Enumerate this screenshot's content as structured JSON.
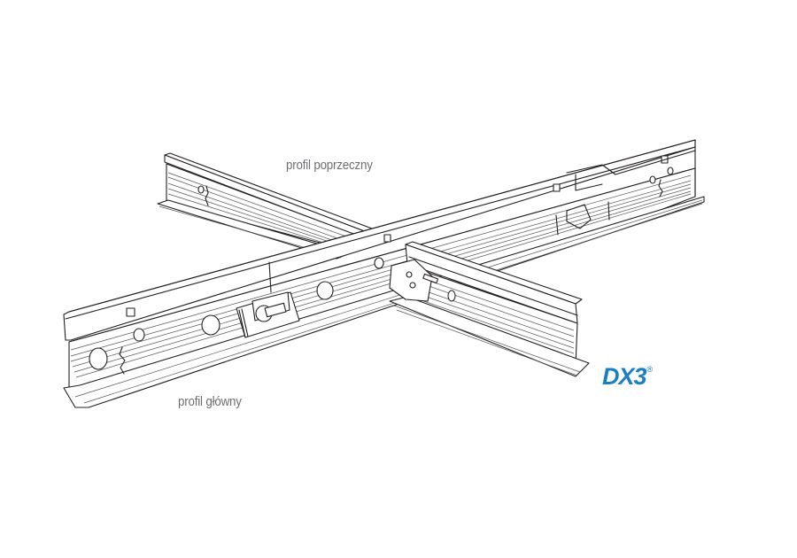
{
  "diagram": {
    "type": "technical-illustration",
    "subject": "suspended ceiling T-grid profiles intersection",
    "labels": {
      "cross_profile": "profil poprzeczny",
      "main_profile": "profil główny"
    },
    "components": [
      {
        "name": "main-profile",
        "label": "profil główny"
      },
      {
        "name": "cross-profile",
        "label": "profil poprzeczny"
      },
      {
        "name": "connector-clip"
      }
    ]
  },
  "logo": {
    "text": "DX3",
    "registered_mark": "®",
    "color": "#1a7fc4"
  },
  "colors": {
    "line": "#231f20",
    "label_text": "#6d6e71",
    "background": "#ffffff"
  }
}
